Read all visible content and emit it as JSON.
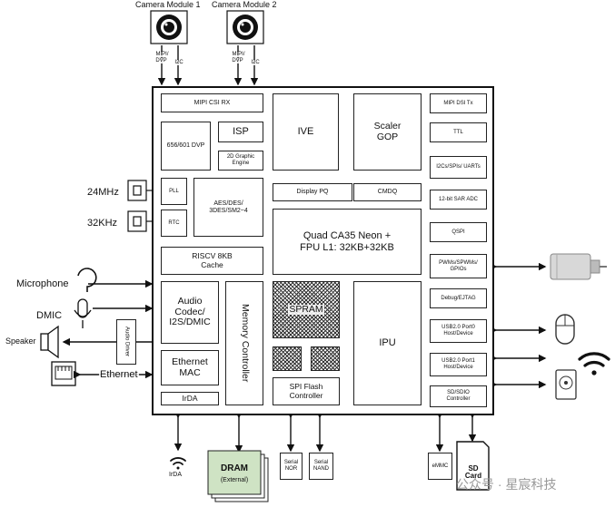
{
  "cameras": [
    {
      "label": "Camera Module 1",
      "if_left": "MIPI/ DVP",
      "if_right": "I2C"
    },
    {
      "label": "Camera Module 2",
      "if_left": "MIPI/ DVP",
      "if_right": "I2C"
    }
  ],
  "external_left": {
    "clock_24": "24MHz",
    "clock_32": "32KHz",
    "microphone": "Microphone",
    "dmic": "DMIC",
    "speaker": "Speaker",
    "audio_driver": "Audio Driver",
    "ethernet": "Ethernet"
  },
  "blocks": {
    "mipi_csi_rx": "MIPI CSI RX",
    "dvp": "656/601 DVP",
    "isp": "ISP",
    "gfx": "2D Graphic Engine",
    "ive": "IVE",
    "scaler": "Scaler GOP",
    "pll": "PLL",
    "rtc": "RTC",
    "aes": "AES/DES/ 3DES/SM2~4",
    "display_pq": "Display PQ",
    "cmdq": "CMDQ",
    "cpu": "Quad CA35 Neon + FPU L1: 32KB+32KB",
    "riscv": "RISCV 8KB Cache",
    "audio_codec": "Audio Codec/ I2S/DMIC",
    "ethernet_mac": "Ethernet MAC",
    "irda": "IrDA",
    "memory_controller": "Memory Controller",
    "spram": "SPRAM",
    "spi_flash": "SPI Flash Controller",
    "ipu": "IPU",
    "mipi_dsi_tx": "MIPI DSI Tx",
    "ttl": "TTL",
    "i2c": "I2Cs/SPIs/ UARTs",
    "adc": "12-bit SAR ADC",
    "qspi": "QSPI",
    "pwm": "PWMs/SPWMs/ GPIOs",
    "debug": "Debug/EJTAG",
    "usb0": "USB2.0 Port0 Host/Device",
    "usb1": "USB2.0 Port1 Host/Device",
    "sdio": "SD/SDIO Controller"
  },
  "external_bottom": {
    "irda": "IrDA",
    "dram": "DRAM",
    "dram_sub": "(External)",
    "serial_nor": "Serial NOR",
    "serial_nand": "Serial NAND",
    "emmc": "eMMC",
    "sd_card": "SD Card"
  },
  "watermark": "公众号 · 星宸科技"
}
